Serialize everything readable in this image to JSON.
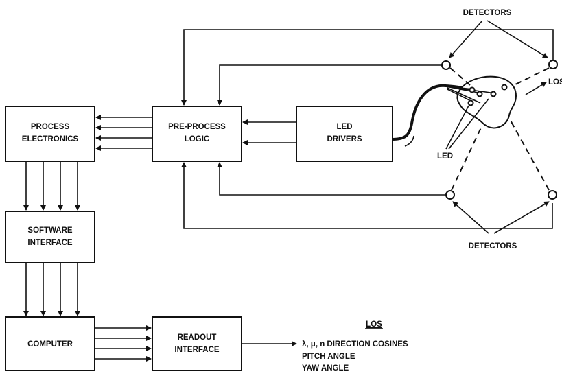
{
  "blocks": {
    "process_electronics": {
      "line1": "PROCESS",
      "line2": "ELECTRONICS"
    },
    "pre_process_logic": {
      "line1": "PRE-PROCESS",
      "line2": "LOGIC"
    },
    "led_drivers": {
      "line1": "LED",
      "line2": "DRIVERS"
    },
    "software_interface": {
      "line1": "SOFTWARE",
      "line2": "INTERFACE"
    },
    "computer": {
      "line1": "COMPUTER"
    },
    "readout_interface": {
      "line1": "READOUT",
      "line2": "INTERFACE"
    }
  },
  "labels": {
    "detectors_top": "DETECTORS",
    "detectors_bottom": "DETECTORS",
    "led": "LED",
    "los": "LOS"
  },
  "outputs": {
    "heading": "LOS",
    "line1": "λ, μ, n  DIRECTION COSINES",
    "line2": "PITCH ANGLE",
    "line3": "YAW ANGLE"
  }
}
